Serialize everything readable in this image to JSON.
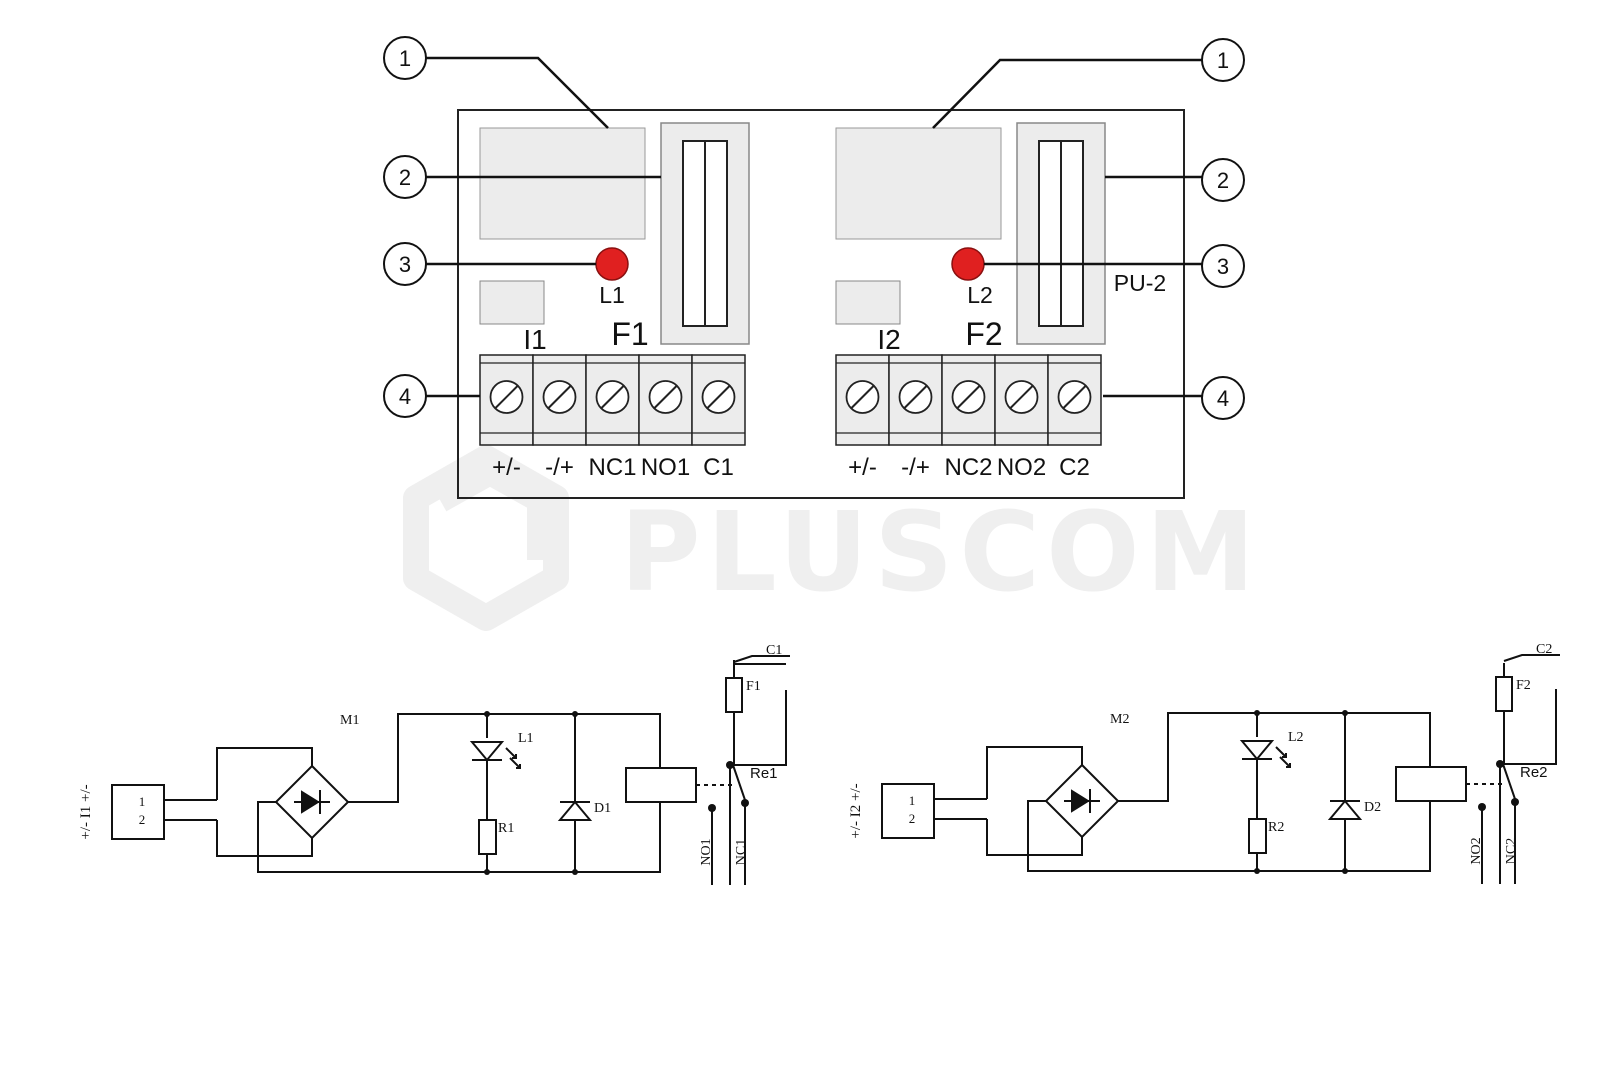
{
  "watermark": {
    "text": "PLUSCOM"
  },
  "board": {
    "model_label": "PU-2",
    "callouts": [
      "1",
      "2",
      "3",
      "4"
    ],
    "channel1": {
      "led_label": "L1",
      "input_label": "I1",
      "fuse_label": "F1",
      "terminals": [
        "+/-",
        "-/+",
        "NC1",
        "NO1",
        "C1"
      ]
    },
    "channel2": {
      "led_label": "L2",
      "input_label": "I2",
      "fuse_label": "F2",
      "terminals": [
        "+/-",
        "-/+",
        "NC2",
        "NO2",
        "C2"
      ]
    }
  },
  "schematic1": {
    "module": "M1",
    "input_label": "+/- I1 +/-",
    "pin1": "1",
    "pin2": "2",
    "led": "L1",
    "resistor": "R1",
    "diode": "D1",
    "relay": "Re1",
    "fuse": "F1",
    "common": "C1",
    "no": "NO1",
    "nc": "NC1"
  },
  "schematic2": {
    "module": "M2",
    "input_label": "+/- I2 +/-",
    "pin1": "1",
    "pin2": "2",
    "led": "L2",
    "resistor": "R2",
    "diode": "D2",
    "relay": "Re2",
    "fuse": "F2",
    "common": "C2",
    "no": "NO2",
    "nc": "NC2"
  },
  "colors": {
    "led": "#e02020",
    "component_fill": "#ececec",
    "line": "#111111",
    "watermark": "#efefef"
  }
}
